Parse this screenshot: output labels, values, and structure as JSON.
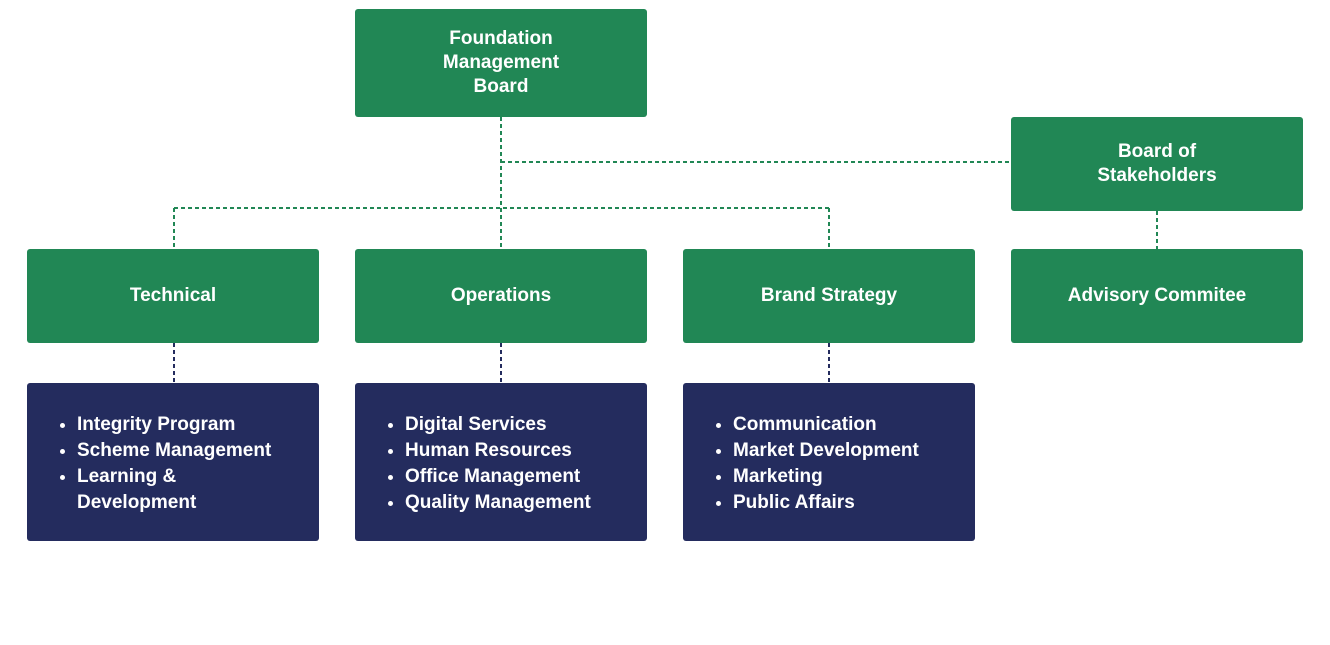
{
  "colors": {
    "green": "#218755",
    "navy": "#242c5e",
    "connector_green": "#218755",
    "connector_navy": "#242c5e"
  },
  "nodes": {
    "foundation": {
      "label": "Foundation\nManagement\nBoard"
    },
    "stakeholders": {
      "label": "Board of\nStakeholders"
    },
    "technical": {
      "label": "Technical"
    },
    "operations": {
      "label": "Operations"
    },
    "brand": {
      "label": "Brand Strategy"
    },
    "advisory": {
      "label": "Advisory Commitee"
    }
  },
  "lists": {
    "technical": [
      "Integrity Program",
      "Scheme Management",
      "Learning &\nDevelopment"
    ],
    "operations": [
      "Digital Services",
      "Human Resources",
      "Office Management",
      "Quality Management"
    ],
    "brand": [
      "Communication",
      "Market Development",
      "Marketing",
      "Public Affairs"
    ]
  }
}
